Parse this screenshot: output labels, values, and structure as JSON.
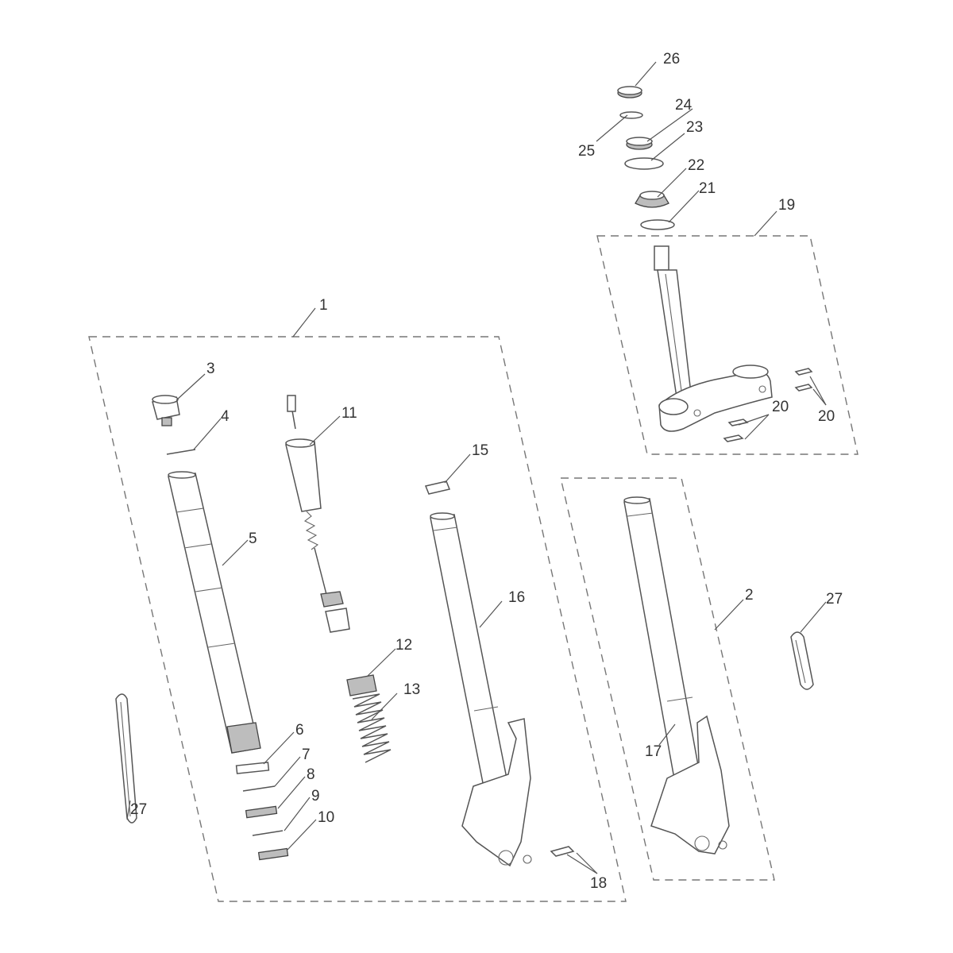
{
  "callouts": {
    "c1": "1",
    "c2": "2",
    "c3": "3",
    "c4": "4",
    "c5": "5",
    "c6": "6",
    "c7": "7",
    "c8": "8",
    "c9": "9",
    "c10": "10",
    "c11": "11",
    "c12": "12",
    "c13": "13",
    "c15": "15",
    "c16": "16",
    "c17": "17",
    "c18": "18",
    "c19": "19",
    "c20": "20",
    "c21": "21",
    "c22": "22",
    "c23": "23",
    "c24": "24",
    "c25": "25",
    "c26": "26",
    "c27": "27"
  },
  "colors": {
    "line": "#555555",
    "text": "#333333",
    "shade": "#bdbdbd"
  }
}
